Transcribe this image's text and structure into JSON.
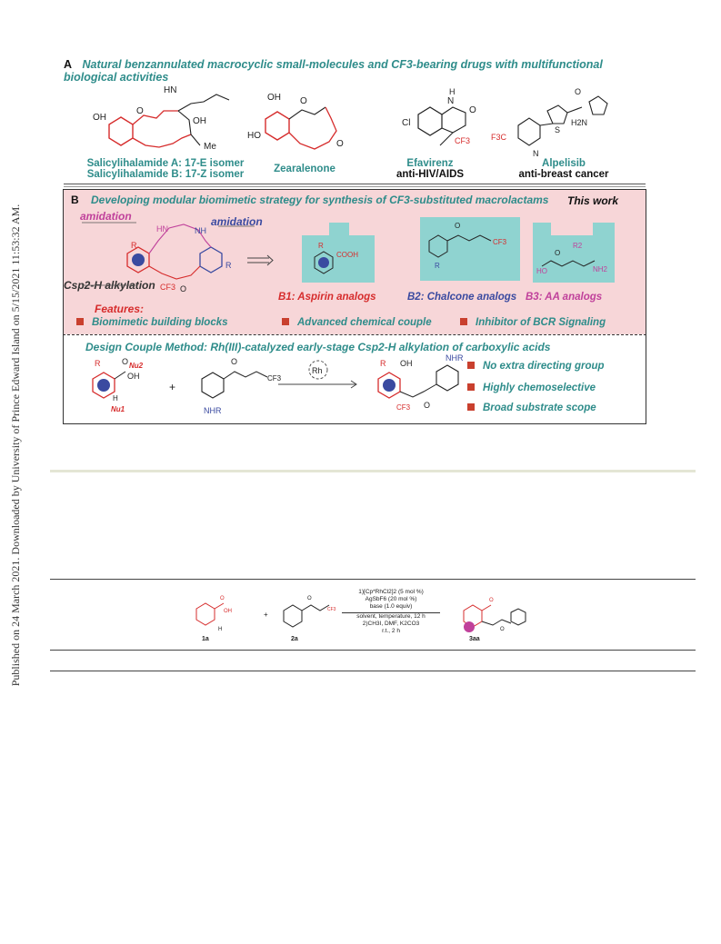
{
  "sidebar_text": "Published on 24 March 2021. Downloaded by University of Prince Edward Island on 5/15/2021 11:53:32 AM.",
  "panel_a": {
    "letter": "A",
    "title": "Natural benzannulated macrocyclic small-molecules and CF3-bearing drugs with multifunctional biological activities",
    "compounds": [
      {
        "line1": "Salicylihalamide A: 17-E isomer",
        "line2": "Salicylihalamide B: 17-Z isomer"
      },
      {
        "line1": "Zearalenone",
        "line2": ""
      },
      {
        "line1": "Efavirenz",
        "line2": "anti-HIV/AIDS"
      },
      {
        "line1": "Alpelisib",
        "line2": "anti-breast cancer"
      }
    ]
  },
  "panel_b": {
    "letter": "B",
    "title": "Developing modular biomimetic strategy for synthesis of CF3-substituted macrolactams",
    "this_work": "This work",
    "amidation_1": "amidation",
    "amidation_2": "amidation",
    "alkylation": "Csp2-H alkylation",
    "analogs": [
      "B1: Aspirin analogs",
      "B2: Chalcone analogs",
      "B3: AA analogs"
    ],
    "features_label": "Features:",
    "features": [
      "Biomimetic building blocks",
      "Advanced chemical couple",
      "Inhibitor of BCR Signaling"
    ]
  },
  "panel_c": {
    "title": "Design Couple Method: Rh(III)-catalyzed early-stage Csp2-H alkylation of carboxylic acids",
    "catalyst": "Rh",
    "points": [
      "No extra directing group",
      "Highly chemoselective",
      "Broad substrate scope"
    ]
  },
  "table_scheme": {
    "conditions": [
      "1)[Cp*RhCl2]2 (5 mol %)",
      "AgSbF6 (20 mol %)",
      "base (1.0 equiv)",
      "solvent, temperature, 12 h",
      "2)CH3I, DMF, K2CO3",
      "r.t., 2 h"
    ],
    "compounds": [
      "1a",
      "2a",
      "3aa"
    ]
  },
  "colors": {
    "teal": "#2e8c8a",
    "pink_panel": "#f7d6d8",
    "highlight": "#8fd3d0",
    "red": "#d62c2c",
    "magenta": "#c0419b",
    "blue": "#3a4aa0"
  }
}
